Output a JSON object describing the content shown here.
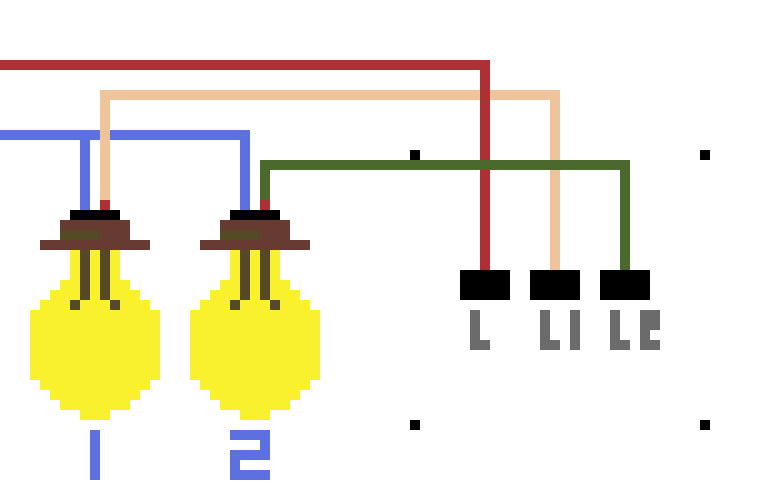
{
  "scene": {
    "title": "Two-way light switch wiring puzzle",
    "background": "#ffffff"
  },
  "colors": {
    "wire_live": "#ad3134",
    "wire_l1": "#efc49b",
    "wire_neutral": "#5c70e0",
    "wire_l2": "#4b682d",
    "terminal": "#000000",
    "terminal_label": "#6b6b6b",
    "bulb_glass": "#f9f12e",
    "bulb_filament": "#544a26",
    "bulb_socket": "#673a32",
    "bulb_socket_shade": "#544a26",
    "bulb_cap": "#000000",
    "bulb_label": "#5c70e0",
    "marker": "#000000"
  },
  "bulbs": [
    {
      "id": "bulb-1",
      "label": "1",
      "lit": true
    },
    {
      "id": "bulb-2",
      "label": "2",
      "lit": true
    }
  ],
  "switch": {
    "terminals": [
      {
        "id": "terminal-l",
        "label": "L"
      },
      {
        "id": "terminal-l1",
        "label": "L1"
      },
      {
        "id": "terminal-l2",
        "label": "L2"
      }
    ]
  },
  "wires": [
    {
      "id": "wire-live",
      "color_key": "wire_live",
      "connects": "left edge → L terminal"
    },
    {
      "id": "wire-l1",
      "color_key": "wire_l1",
      "connects": "bulb 1 → L1 terminal"
    },
    {
      "id": "wire-neutral",
      "color_key": "wire_neutral",
      "connects": "left edge → bulb 1, bulb 2"
    },
    {
      "id": "wire-l2",
      "color_key": "wire_l2",
      "connects": "bulb 2 → L2 terminal"
    }
  ]
}
